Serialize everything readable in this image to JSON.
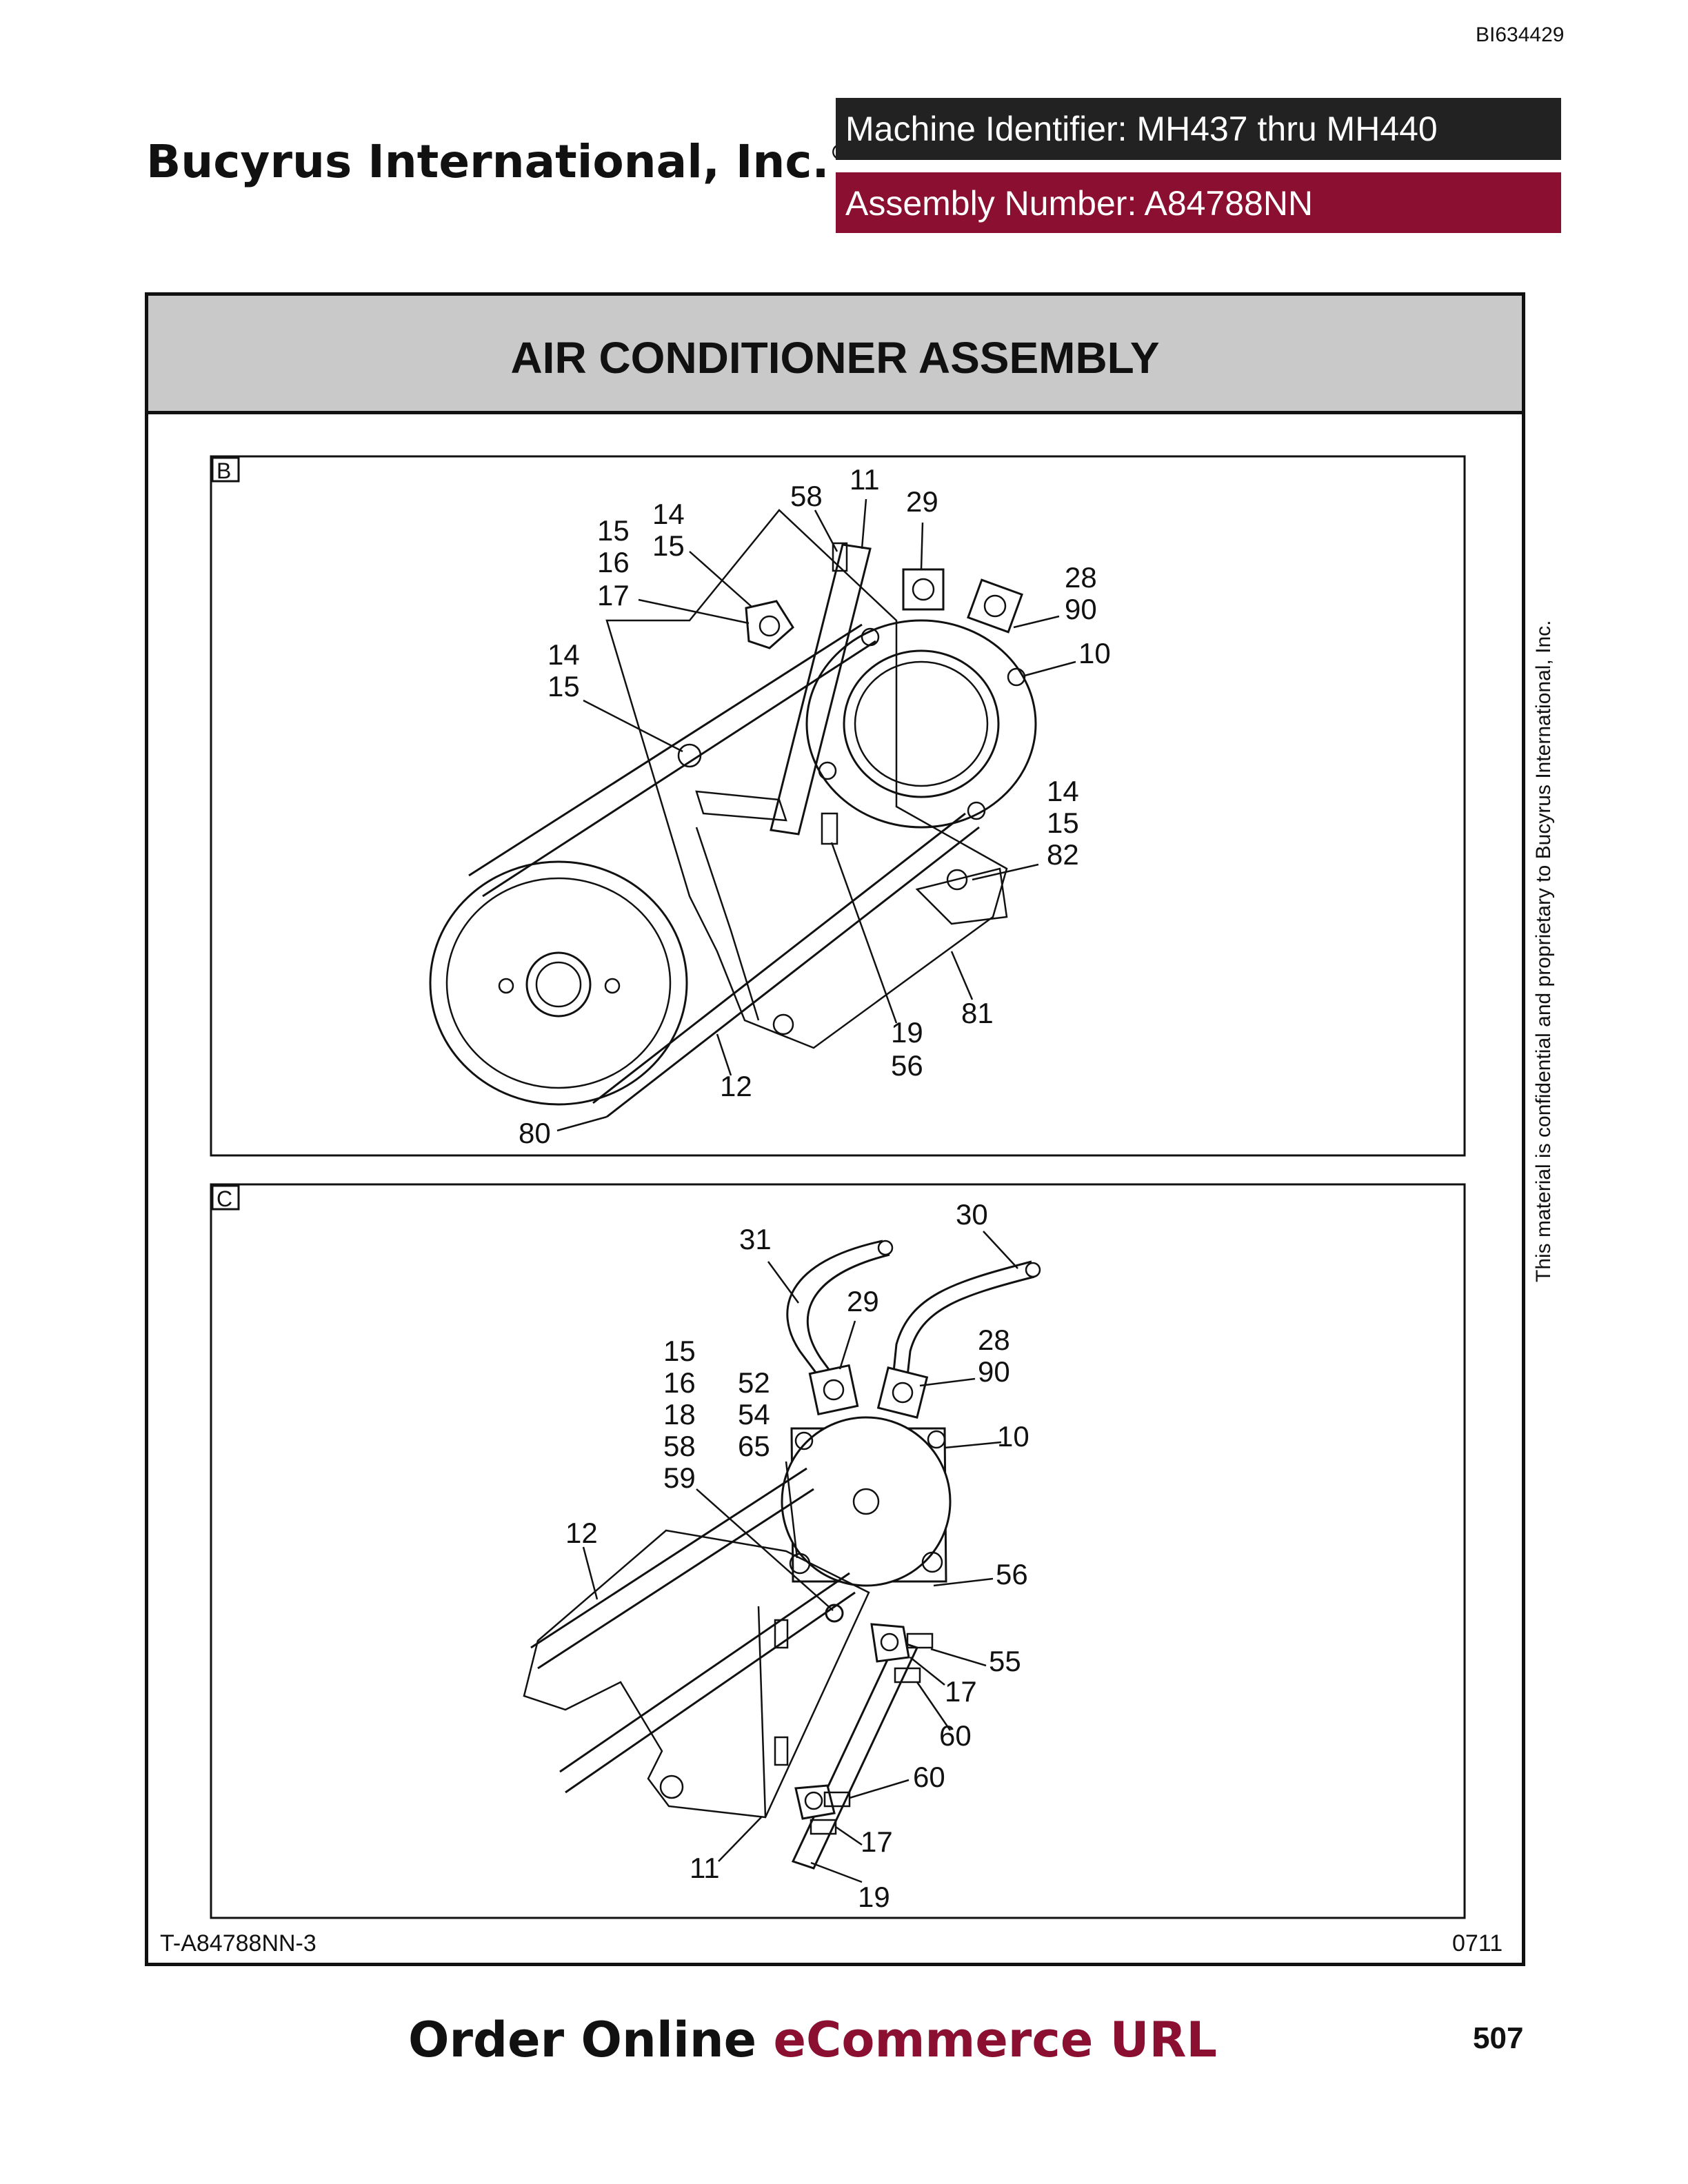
{
  "header": {
    "doc_code": "BI634429",
    "company": "Bucyrus International, Inc.",
    "company_mark": "®",
    "machine_identifier": "Machine Identifier: MH437 thru MH440",
    "assembly_number": "Assembly Number: A84788NN"
  },
  "title": "AIR CONDITIONER ASSEMBLY",
  "side_note": "This material is confidential and proprietary to Bucyrus International, Inc.",
  "views": [
    {
      "label": "B",
      "callouts": [
        "58",
        "11",
        "29",
        "14",
        "15",
        "15",
        "16",
        "17",
        "28",
        "90",
        "10",
        "14",
        "15",
        "14",
        "15",
        "82",
        "81",
        "19",
        "56",
        "12",
        "80"
      ]
    },
    {
      "label": "C",
      "callouts": [
        "31",
        "30",
        "29",
        "28",
        "90",
        "15",
        "16",
        "18",
        "58",
        "59",
        "52",
        "54",
        "65",
        "10",
        "12",
        "56",
        "55",
        "17",
        "60",
        "60",
        "17",
        "11",
        "19"
      ]
    }
  ],
  "footer": {
    "figure_code": "T-A84788NN-3",
    "date_code": "0711",
    "order_text": "Order Online ",
    "order_url_text": "eCommerce URL",
    "page_number": "507"
  },
  "colors": {
    "brand": "#8a0f30",
    "header_dark": "#222222",
    "title_band": "#c9c9c9"
  }
}
